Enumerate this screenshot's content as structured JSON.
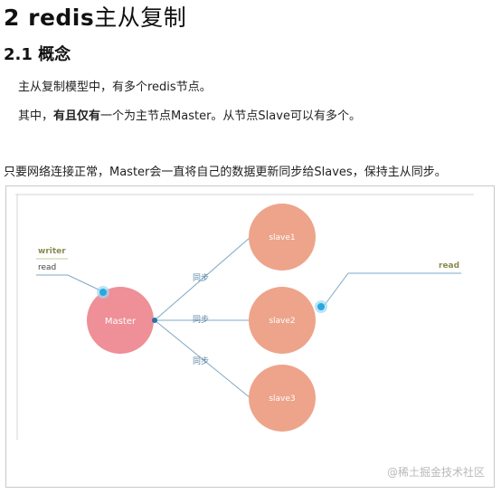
{
  "heading": {
    "number": "2",
    "keyword": "redis",
    "title": "主从复制"
  },
  "subheading": "2.1 概念",
  "para1": "主从复制模型中，有多个redis节点。",
  "para2": {
    "prefix": "其中，",
    "bold": "有且仅有",
    "suffix": "一个为主节点Master。从节点Slave可以有多个。"
  },
  "para3": "只要网络连接正常，Master会一直将自己的数据更新同步给Slaves，保持主从同步。",
  "diagram": {
    "labels": {
      "writer": "writer",
      "read_left": "read",
      "read_right": "read"
    },
    "master": "Master",
    "slaves": [
      "slave1",
      "slave2",
      "slave3"
    ],
    "sync": [
      "同步",
      "同步",
      "同步"
    ],
    "colors": {
      "master": "#ef8f97",
      "slave": "#eda48a",
      "line": "#7ea8c4",
      "dot": "#29a8e0"
    }
  },
  "watermark": "@稀土掘金技术社区"
}
